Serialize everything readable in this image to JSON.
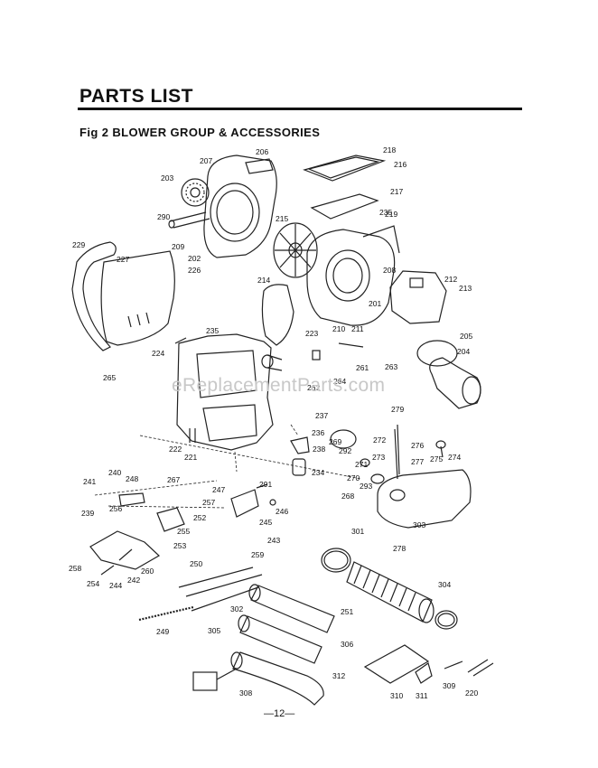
{
  "header": {
    "title": "PARTS LIST",
    "subtitle": "Fig 2 BLOWER GROUP & ACCESSORIES"
  },
  "watermark": "eReplacementParts.com",
  "page_number": "—12—",
  "callouts": [
    "206",
    "207",
    "203",
    "290",
    "209",
    "202",
    "215",
    "229",
    "227",
    "226",
    "218",
    "216",
    "217",
    "219",
    "208",
    "212",
    "213",
    "214",
    "201",
    "210",
    "211",
    "223",
    "205",
    "204",
    "235",
    "224",
    "265",
    "261",
    "263",
    "264",
    "262",
    "222",
    "221",
    "279",
    "237",
    "236",
    "238",
    "269",
    "292",
    "272",
    "276",
    "274",
    "275",
    "271",
    "273",
    "277",
    "234",
    "270",
    "293",
    "268",
    "241",
    "240",
    "248",
    "267",
    "257",
    "256",
    "252",
    "255",
    "253",
    "239",
    "247",
    "291",
    "246",
    "245",
    "243",
    "258",
    "254",
    "244",
    "242",
    "260",
    "259",
    "250",
    "302",
    "301",
    "278",
    "303",
    "304",
    "251",
    "249",
    "305",
    "306",
    "312",
    "308",
    "310",
    "311",
    "309",
    "220",
    "235"
  ]
}
